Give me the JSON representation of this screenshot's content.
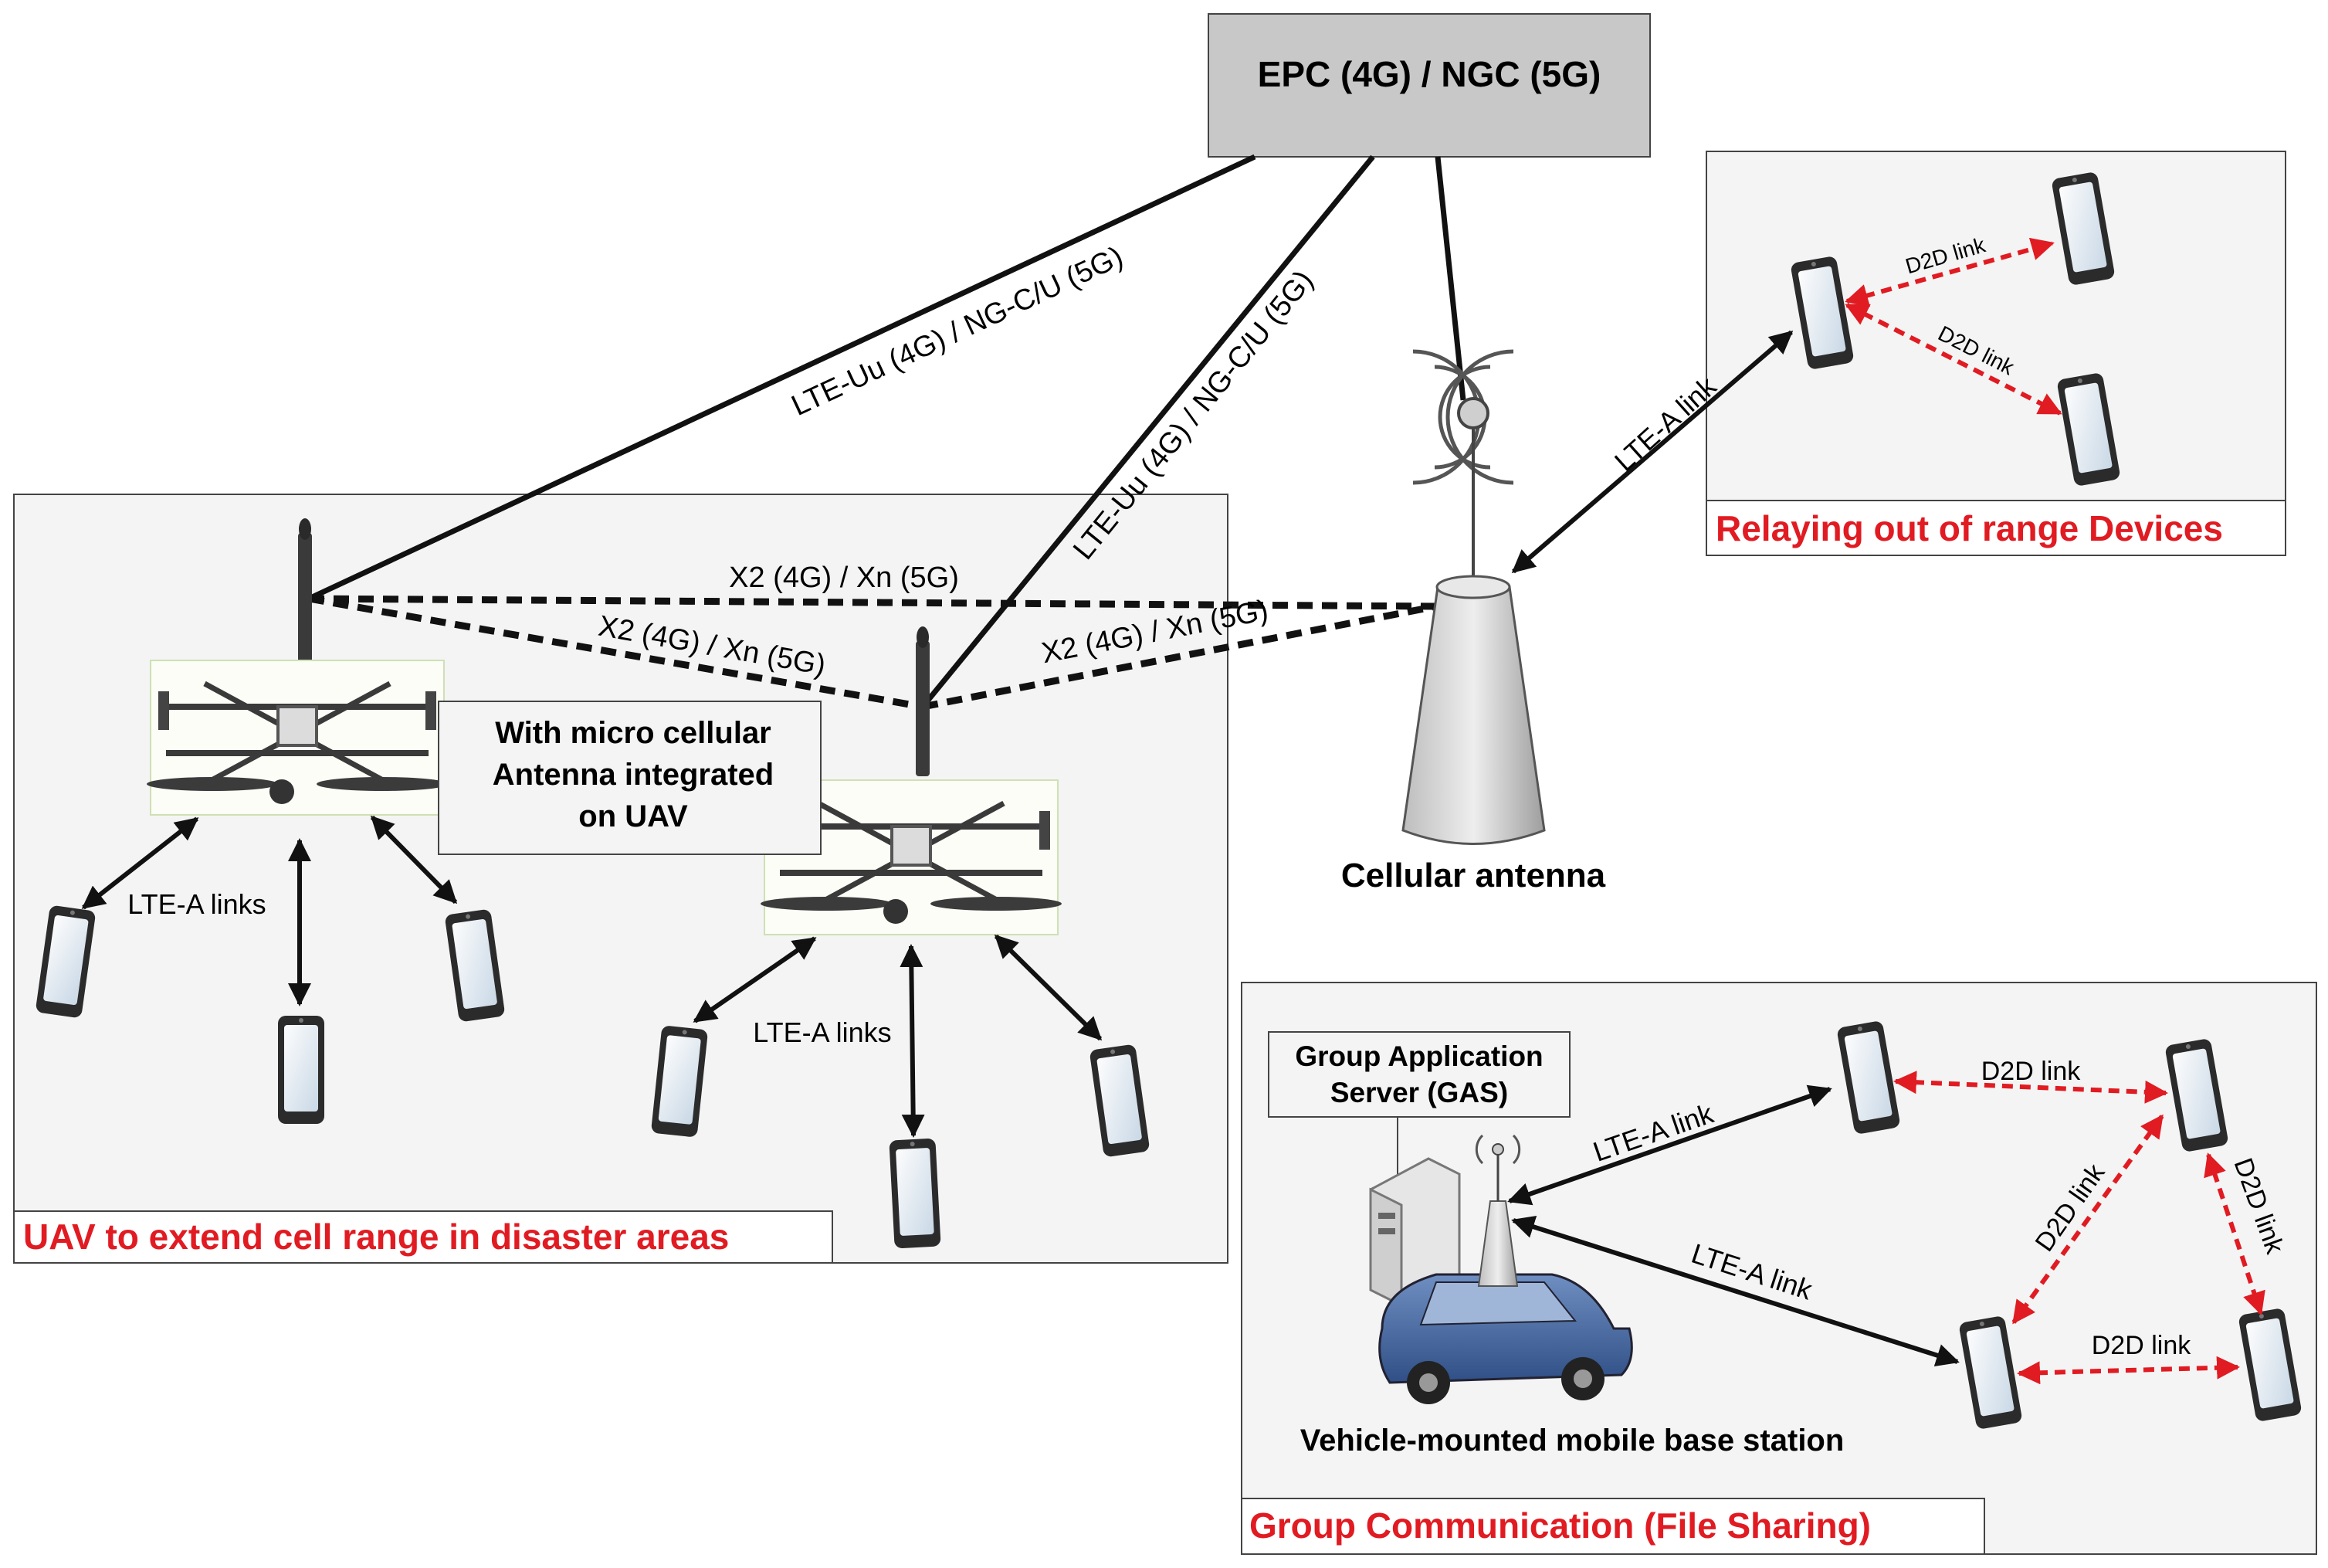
{
  "core": {
    "label": "EPC (4G) / NGC (5G)"
  },
  "links": {
    "backhaul_1": "LTE-Uu (4G) / NG-C/U (5G)",
    "backhaul_2": "LTE-Uu (4G) / NG-C/U (5G)",
    "x2_1": "X2 (4G) / Xn (5G)",
    "x2_2": "X2 (4G) / Xn (5G)",
    "x2_3": "X2 (4G) / Xn (5G)",
    "lte_a_relay": "LTE-A link",
    "d2d_relay_1": "D2D link",
    "d2d_relay_2": "D2D link",
    "lte_a_group_1": "LTE-A link",
    "lte_a_group_2": "LTE-A link",
    "d2d_group_top": "D2D link",
    "d2d_group_diag": "D2D link",
    "d2d_group_right": "D2D link",
    "d2d_group_bottom": "D2D link"
  },
  "uav_panel": {
    "caption": "UAV to extend cell range in disaster areas",
    "note_line1": "With micro cellular",
    "note_line2": "Antenna integrated",
    "note_line3": "on UAV",
    "links_label_1": "LTE-A links",
    "links_label_2": "LTE-A links"
  },
  "antenna": {
    "label": "Cellular antenna"
  },
  "relay_panel": {
    "caption": "Relaying out of range Devices"
  },
  "group_panel": {
    "caption": "Group Communication (File Sharing)",
    "gas_line1": "Group Application",
    "gas_line2": "Server (GAS)",
    "vehicle_label": "Vehicle-mounted mobile base station"
  },
  "colors": {
    "caption_red": "#e11b22",
    "d2d_red": "#e11b22",
    "panel_bg": "#f4f4f4",
    "core_bg": "#c8c8c8"
  }
}
